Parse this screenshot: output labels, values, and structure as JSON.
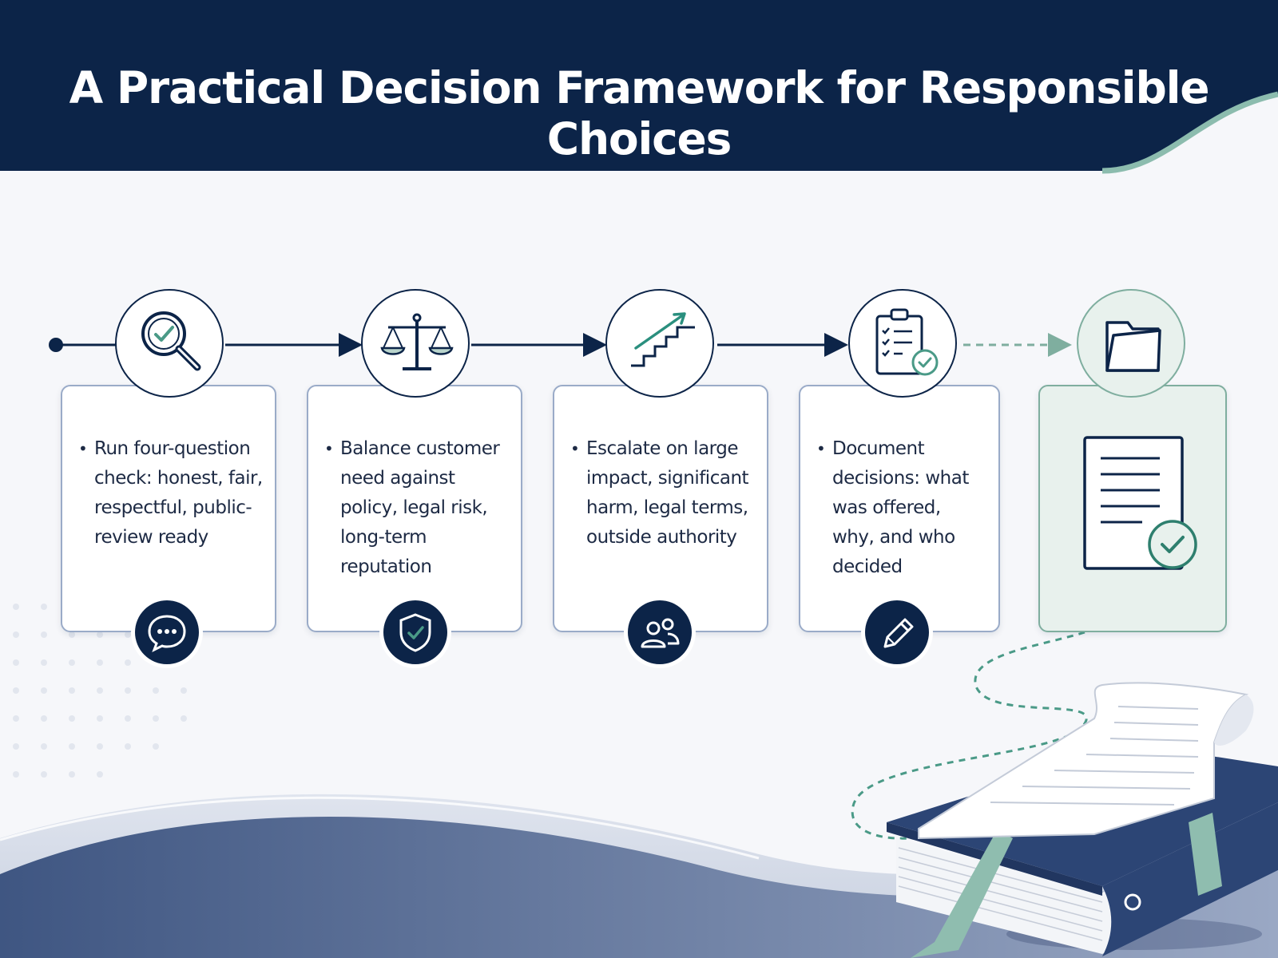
{
  "title": "A Practical Decision Framework for Responsible Choices",
  "colors": {
    "navy": "#0c2448",
    "teal": "#4a9a87",
    "sage": "#7fae9f",
    "sage_fill": "#e8f1ed",
    "card_border": "#9aabc8"
  },
  "steps": [
    {
      "text": "Run four-question check: honest, fair, respectful, public-review ready",
      "icon": "magnifier-check-icon",
      "badge_icon": "speech-bubble-icon"
    },
    {
      "text": "Balance customer need against policy, legal risk, long-term reputation",
      "icon": "scales-icon",
      "badge_icon": "shield-check-icon"
    },
    {
      "text": "Escalate on large impact, significant harm, legal terms, outside authority",
      "icon": "stairs-arrow-icon",
      "badge_icon": "people-icon"
    },
    {
      "text": "Document decisions: what was offered, why, and who decided",
      "icon": "clipboard-checklist-icon",
      "badge_icon": "pencil-icon"
    }
  ],
  "final_step": {
    "icon": "folder-icon",
    "card_icon": "document-check-icon"
  },
  "illustration": {
    "icon": "book-binder-icon",
    "spine_label": "O"
  }
}
